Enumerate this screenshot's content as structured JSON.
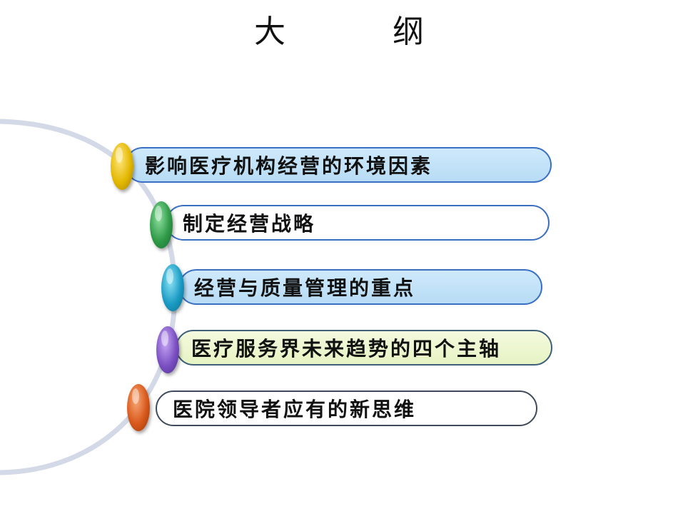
{
  "title": "大 纲",
  "items": [
    {
      "label": "影响医疗机构经营的环境因素",
      "orb_color": "#e3b800"
    },
    {
      "label": "制定经营战略",
      "orb_color": "#2f9a48"
    },
    {
      "label": "经营与质量管理的重点",
      "orb_color": "#1a9bc4"
    },
    {
      "label": "医疗服务界未来趋势的四个主轴",
      "orb_color": "#7a4fc2"
    },
    {
      "label": "医院领导者应有的新思维",
      "orb_color": "#d8581a"
    }
  ]
}
